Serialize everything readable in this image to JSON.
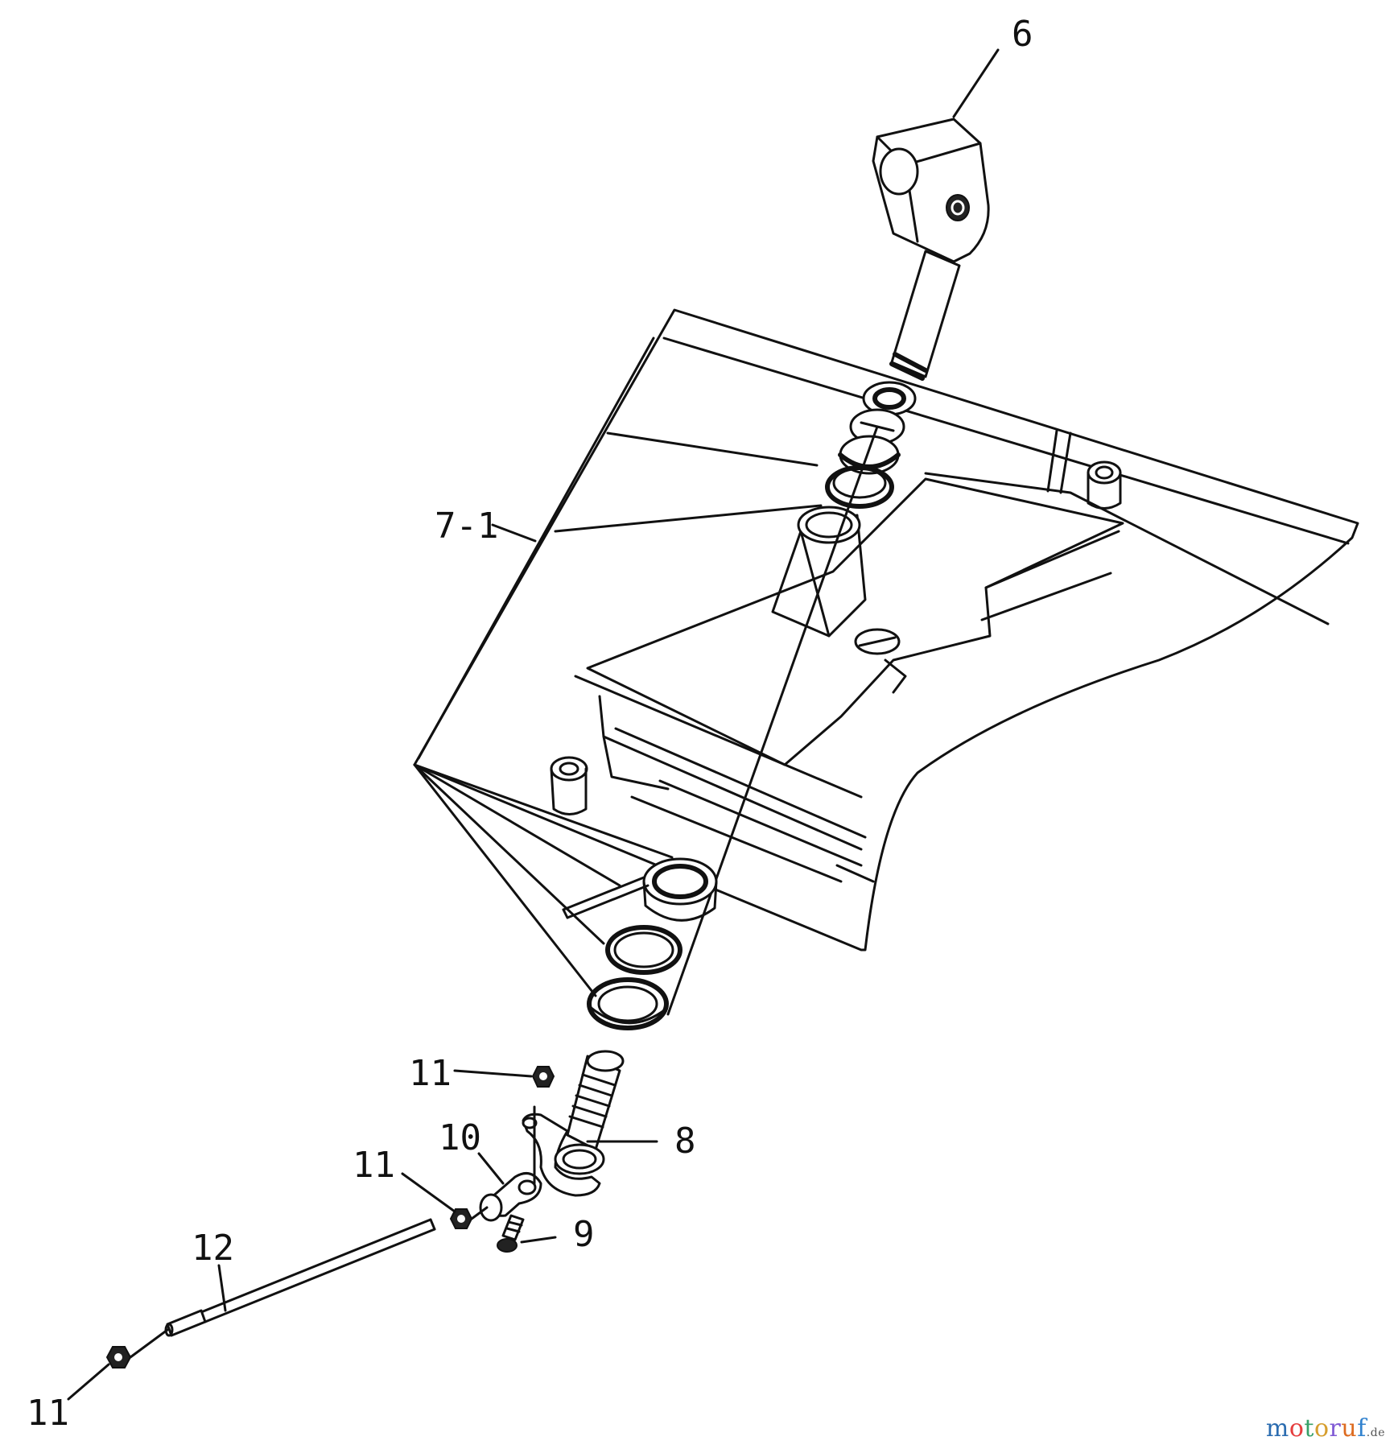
{
  "labels": {
    "part_6": "6",
    "part_7_1": "7-1",
    "part_8": "8",
    "part_9": "9",
    "part_10": "10",
    "part_11_top": "11",
    "part_11_mid": "11",
    "part_11_bottom": "11",
    "part_12": "12"
  },
  "watermark": {
    "letters": [
      "m",
      "o",
      "t",
      "o",
      "r",
      "u",
      "f"
    ],
    "suffix": ".de",
    "colors": [
      "#2b6cb0",
      "#e53e3e",
      "#38a169",
      "#d69e2e",
      "#805ad5",
      "#dd6b20",
      "#3182ce"
    ]
  }
}
